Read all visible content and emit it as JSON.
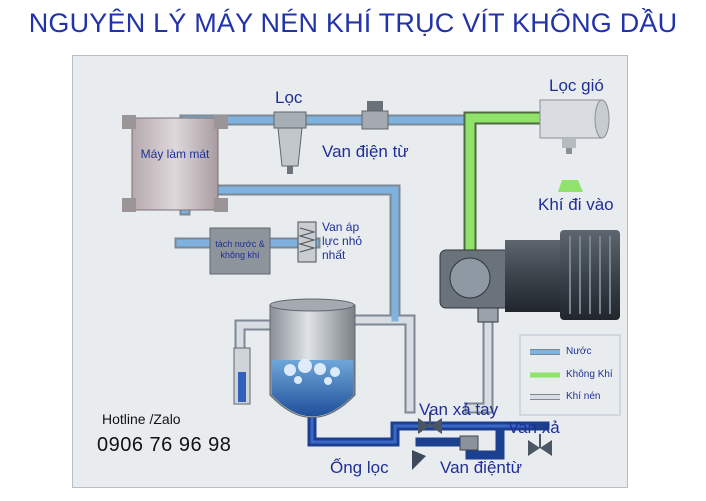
{
  "title": "NGUYÊN LÝ MÁY NÉN KHÍ TRỤC VÍT KHÔNG DẦU",
  "labels": {
    "filter": "Lọc",
    "solenoid_valve": "Van điện từ",
    "air_filter": "Lọc gió",
    "air_in": "Khí đi vào",
    "cooler": "Máy làm mát",
    "separator": "tách nước & không khí",
    "min_pressure_valve": "Van áp lực nhỏ nhất",
    "manual_drain_valve": "Van xả tay",
    "drain_valve": "Van xả",
    "filter_pipe": "Ống lọc",
    "solenoid_valve_2": "Van điệntừ"
  },
  "legend": [
    {
      "label": "Nước",
      "color": "#7fb2de"
    },
    {
      "label": "Không Khí",
      "color": "#8fe36a"
    },
    {
      "label": "Khí nén",
      "color": "#d7dde3"
    }
  ],
  "contact": {
    "hotline_label": "Hotline /Zalo",
    "phone": "0906  76 96 98"
  },
  "colors": {
    "title": "#2233aa",
    "water": "#7fb2de",
    "air": "#8fe36a",
    "compressed_air": "#d7dde3",
    "drain_pipe": "#1d3f8f"
  }
}
